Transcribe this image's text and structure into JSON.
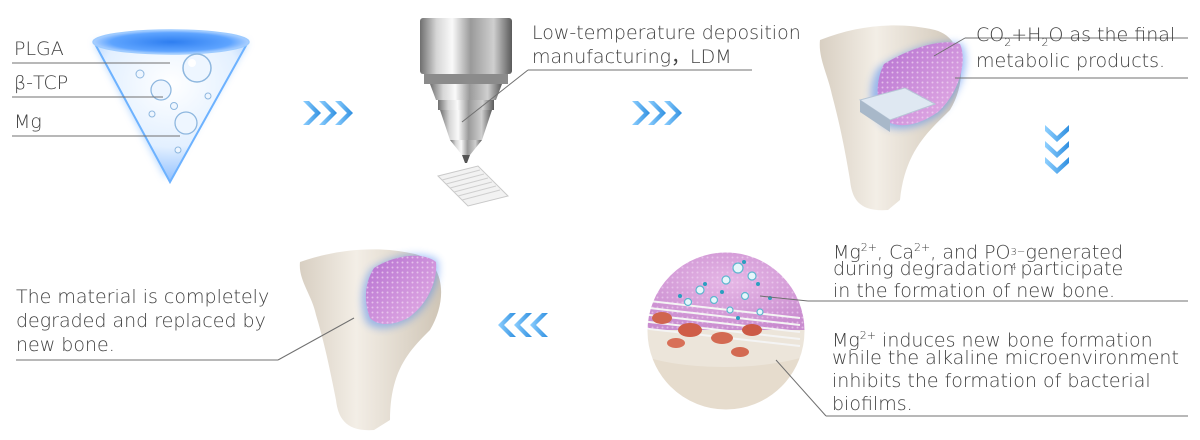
{
  "materials": [
    "PLGA",
    "β-TCP",
    "Mg"
  ],
  "ldm": {
    "line1": "Low-temperature deposition",
    "line2": "manufacturing，LDM"
  },
  "metabolic": {
    "co": "CO",
    "co_sub": "2",
    "plus_h": "+H",
    "h_sub": "2",
    "rest1": "O as the final",
    "line2": "metabolic products."
  },
  "ions": {
    "mg": "Mg",
    "mg_sup": "2+",
    "sep1": ", Ca",
    "ca_sup": "2+",
    "sep2": ", and PO",
    "po_sup": "3−",
    "po_sub": "4",
    "rest1": " generated",
    "line2": "during degradation participate",
    "line3": "in the formation of new bone."
  },
  "bone_formation": {
    "mg": "Mg",
    "mg_sup": "2+",
    "rest1": " induces new bone formation",
    "line2": "while the alkaline microenvironment",
    "line3": "inhibits the formation of bacterial",
    "line4": "biofilms."
  },
  "degraded": {
    "line1": "The material is completely",
    "line2": "degraded and replaced by",
    "line3": "new bone."
  },
  "colors": {
    "arrow": "#3aa3e8",
    "glow": "#3d8cf2",
    "scaffold": "#c58ad6",
    "bone": "#e9e2d6",
    "line": "#707070"
  }
}
